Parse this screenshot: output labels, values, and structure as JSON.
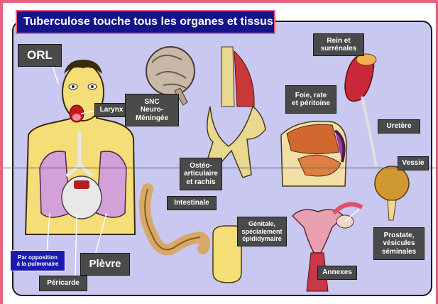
{
  "title": "Tuberculose touche tous les organes et tissus",
  "labels": {
    "orl": "ORL",
    "larynx": "Larynx",
    "snc": "SNC\nNeuro-\nMéningée",
    "osteo": "Ostéo-\narticulaire\net rachis",
    "intestinale": "Intestinale",
    "genitale": "Génitale,\nspécialement\népididymaire",
    "annexes": "Annexes",
    "foie": "Foie, rate\net péritoine",
    "rein": "Rein et\nsurrénales",
    "uretere": "Uretère",
    "vessie": "Vessie",
    "prostate": "Prostate,\nvésicules\nséminales",
    "plevre": "Plèvre",
    "pericarde": "Péricarde",
    "pulmonaire": "Par opposition\nà la pulmonaire"
  },
  "colors": {
    "border_pink": "#e8607e",
    "panel_lavender": "#c8c8f0",
    "title_navy": "#14148a",
    "label_grey": "#4a4a4a",
    "label_blue": "#1a1ab0"
  }
}
